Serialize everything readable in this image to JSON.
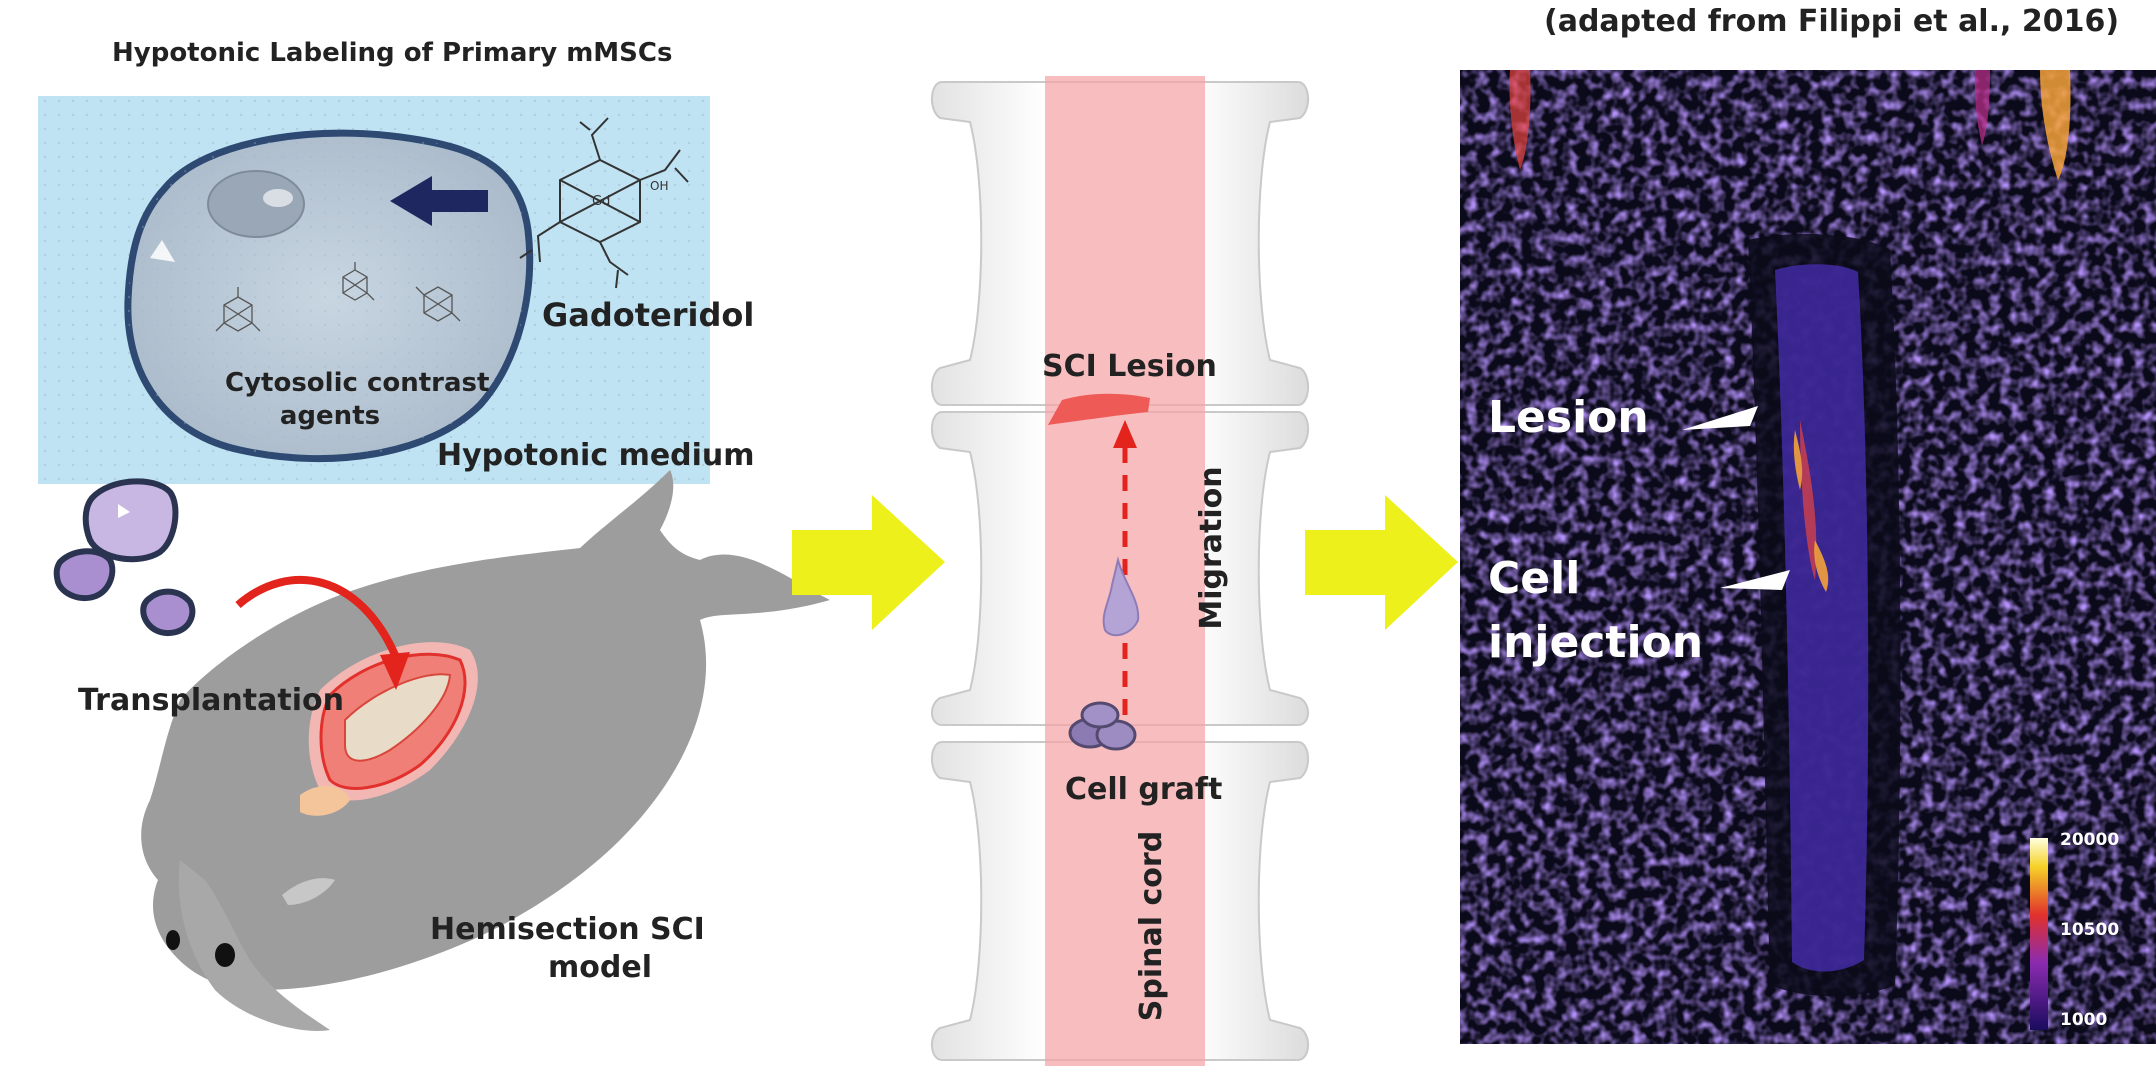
{
  "left": {
    "title": "Hypotonic Labeling of Primary mMSCs",
    "gadoteridol": "Gadoteridol",
    "cytosolic_line1": "Cytosolic contrast",
    "cytosolic_line2": "agents",
    "medium": "Hypotonic medium",
    "transplantation": "Transplantation",
    "model_line1": "Hemisection SCI",
    "model_line2": "model"
  },
  "middle": {
    "lesion": "SCI Lesion",
    "migration": "Migration",
    "graft": "Cell graft",
    "cord": "Spinal cord"
  },
  "right": {
    "citation": "(adapted from Filippi et al., 2016)",
    "lesion": "Lesion",
    "cell_line1": "Cell",
    "cell_line2": "injection",
    "colorbar_ticks": [
      "20000",
      "10500",
      "1000"
    ]
  },
  "colors": {
    "medium_bg": "#bfe3f3",
    "arrow_yellow": "#eef01c",
    "cord_pink": "#f4a3a6",
    "mri_bg": "#0b0a1a",
    "mri_signal": "#5a3fc8"
  }
}
